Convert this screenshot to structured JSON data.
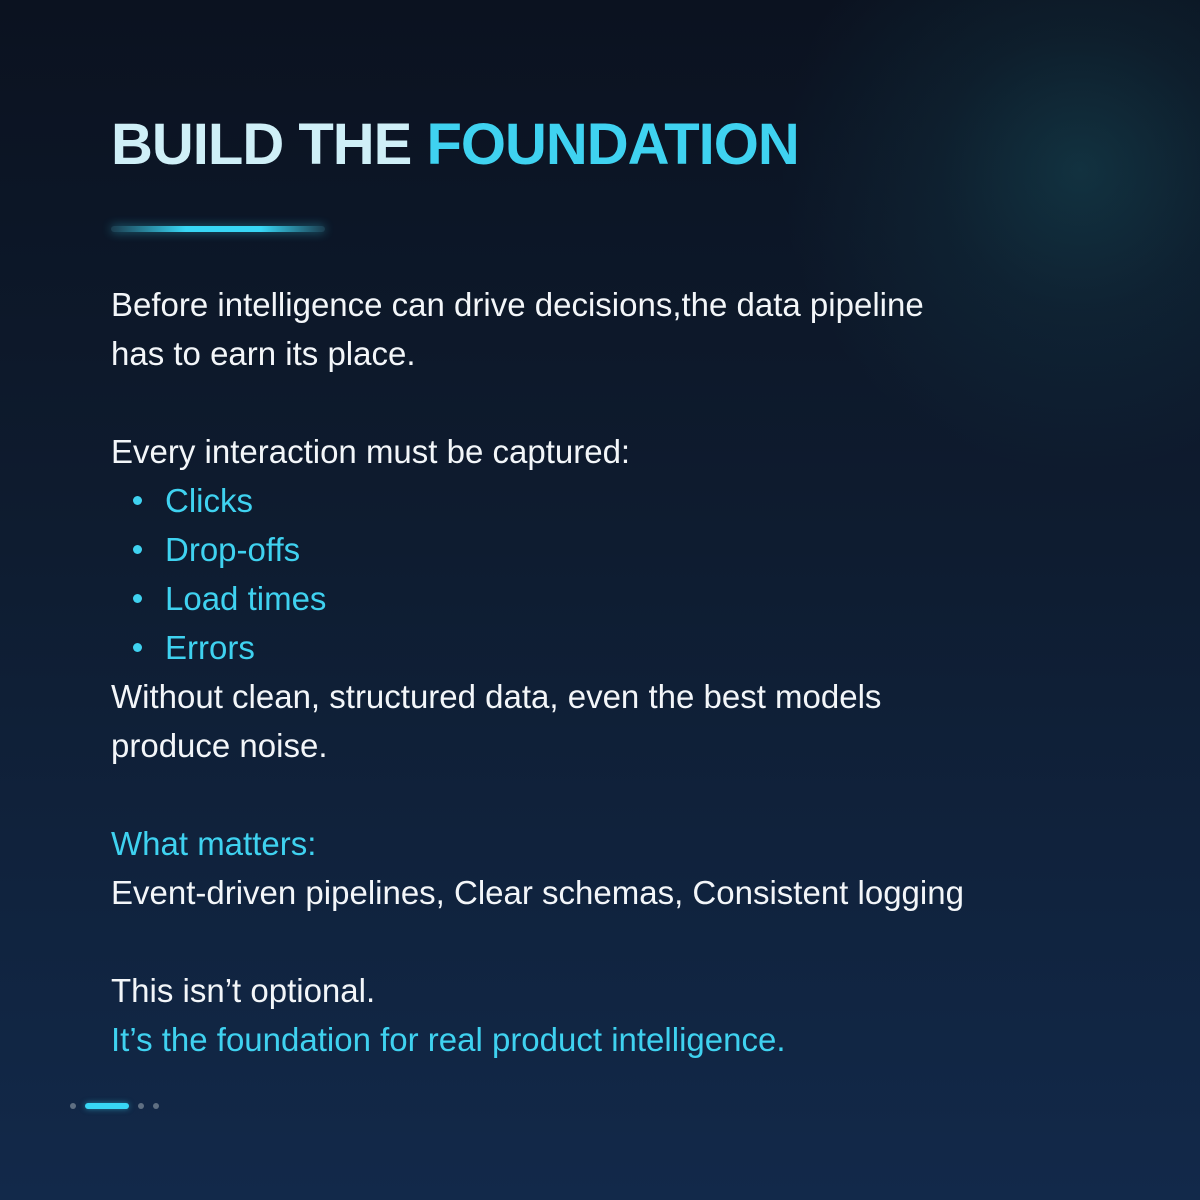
{
  "slide": {
    "title_part1": "BUILD THE",
    "title_part2": "FOUNDATION",
    "intro_line1": "Before intelligence can drive decisions,the data pipeline",
    "intro_line2": "has to earn its place.",
    "capture_heading": "Every interaction must be captured:",
    "capture_items": [
      {
        "label": "Clicks"
      },
      {
        "label": "Drop-offs"
      },
      {
        "label": "Load times"
      },
      {
        "label": "Errors"
      }
    ],
    "warning_line1": "Without clean, structured data, even the best models",
    "warning_line2": "produce noise.",
    "matters_heading": "What matters:",
    "matters_text": "Event-driven pipelines, Clear schemas, Consistent logging",
    "closing_line1": "This isn’t optional.",
    "closing_line2": "It’s the foundation for real product intelligence."
  },
  "pagination": {
    "total_pages": 4,
    "current_page": 2
  },
  "colors": {
    "accent": "#3fd2f0",
    "title_light": "#cfeff7",
    "text": "#f3f6f9",
    "background_top": "#0b1220",
    "background_bottom": "#12294a"
  }
}
